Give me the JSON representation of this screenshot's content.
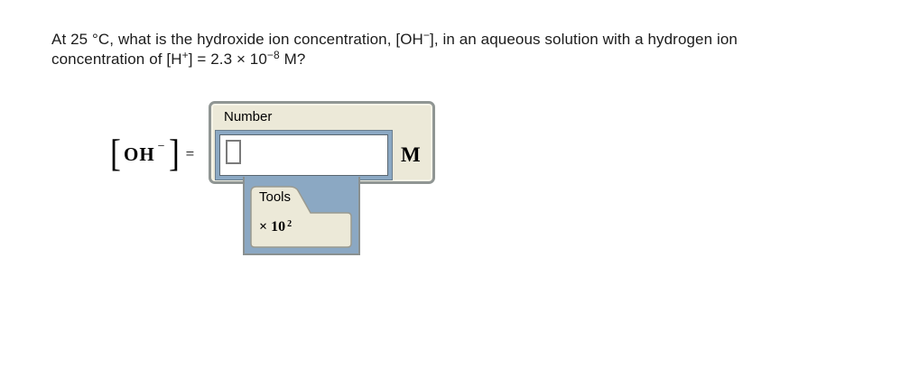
{
  "question": {
    "line1": {
      "a": "At 25 °C, what is the hydroxide ion concentration, [OH",
      "sup_a": "−",
      "b": "], in an aqueous solution with a hydrogen ion"
    },
    "line2": {
      "a": "concentration of [H",
      "sup_a": "+",
      "b": "] = 2.3 × 10",
      "sup_b": "−8",
      "c": " M?"
    }
  },
  "expression": {
    "open_bracket": "[",
    "species": "OH",
    "charge": "−",
    "close_bracket": "]",
    "equals": "="
  },
  "answer_box": {
    "label": "Number",
    "value": "",
    "unit": "M"
  },
  "tools": {
    "tab_label": "Tools",
    "buttons": [
      {
        "label_base": "× 10",
        "label_sup": "2"
      }
    ]
  },
  "colors": {
    "panel_bg": "#ece9d8",
    "panel_border": "#909694",
    "frame_blue": "#8ba8c3",
    "connector_border": "#8a9090",
    "input_border": "#5a6670",
    "folder_stroke": "#9a9a90",
    "text": "#1c1c1c"
  }
}
